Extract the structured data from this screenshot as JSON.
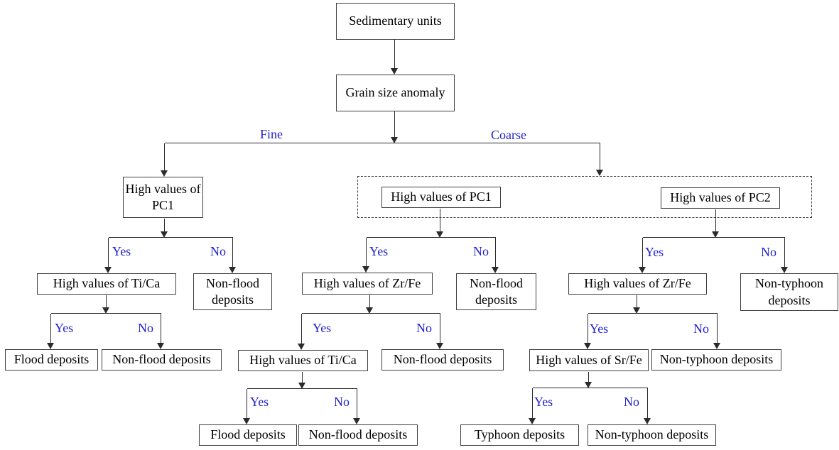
{
  "diagram": {
    "nodes": {
      "sedimentary_units": "Sedimentary units",
      "grain_size_anomaly": "Grain size anomaly",
      "fine_pc1": "High values of PC1",
      "coarse_pc1": "High values of PC1",
      "coarse_pc2": "High values of PC2",
      "fine_tica": "High values of Ti/Ca",
      "fine_nonflood_a": "Non-flood deposits",
      "fine_flood": "Flood deposits",
      "fine_nonflood_b": "Non-flood deposits",
      "mid_zrfe": "High values of Zr/Fe",
      "mid_nonflood_a": "Non-flood deposits",
      "mid_tica": "High values of Ti/Ca",
      "mid_nonflood_b": "Non-flood deposits",
      "mid_flood": "Flood deposits",
      "mid_nonflood_c": "Non-flood deposits",
      "right_zrfe": "High values of Zr/Fe",
      "right_nontyphoon_a": "Non-typhoon deposits",
      "right_srfe": "High values of Sr/Fe",
      "right_nontyphoon_b": "Non-typhoon deposits",
      "right_typhoon": "Typhoon deposits",
      "right_nontyphoon_c": "Non-typhoon deposits"
    },
    "branch_labels": {
      "fine": "Fine",
      "coarse": "Coarse",
      "yes": "Yes",
      "no": "No"
    },
    "colors": {
      "branch_label": "#2222cc",
      "line": "#2b2b2b",
      "box_border": "#3f3f3f",
      "text": "#000000",
      "background": "#ffffff"
    }
  }
}
